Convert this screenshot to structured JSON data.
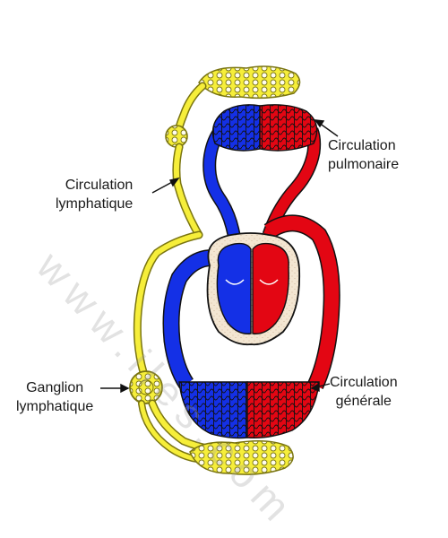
{
  "labels": {
    "pulmonary": {
      "line1": "Circulation",
      "line2": "pulmonaire"
    },
    "lymphatic": {
      "line1": "Circulation",
      "line2": "lymphatique"
    },
    "ganglion": {
      "line1": "Ganglion",
      "line2": "lymphatique"
    },
    "general": {
      "line1": "Circulation",
      "line2": "générale"
    }
  },
  "watermark": "www.iles.com",
  "colors": {
    "oxygenated": "#e30613",
    "deoxygenated": "#1430e6",
    "lymph": "#f6ee3a",
    "lymph_outline": "#a09a1a",
    "pericardium": "#f3e6d2",
    "outline": "#111111"
  }
}
